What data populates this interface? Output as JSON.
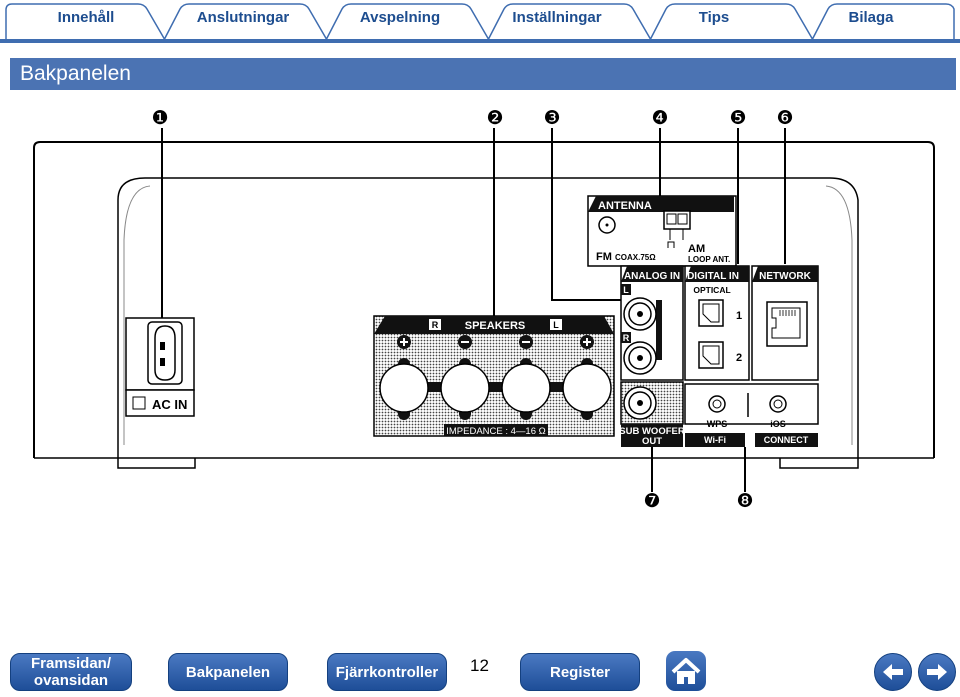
{
  "tabs": [
    {
      "label": "Innehåll"
    },
    {
      "label": "Anslutningar"
    },
    {
      "label": "Avspelning"
    },
    {
      "label": "Inställningar"
    },
    {
      "label": "Tips"
    },
    {
      "label": "Bilaga"
    }
  ],
  "section_title": "Bakpanelen",
  "callouts": [
    "❶",
    "❷",
    "❸",
    "❹",
    "❺",
    "❻",
    "❼",
    "❽"
  ],
  "panel": {
    "antenna": "ANTENNA",
    "fm": "FM",
    "coax": "COAX.75Ω",
    "am": "AM",
    "loop_ant": "LOOP ANT.",
    "analog_in": "ANALOG IN",
    "l": "L",
    "r": "R",
    "digital_in": "DIGITAL IN",
    "optical": "OPTICAL",
    "opt1": "1",
    "opt2": "2",
    "network": "NETWORK",
    "speakers": "SPEAKERS",
    "spk_r": "R",
    "spk_l": "L",
    "impedance": "IMPEDANCE : 4—16 Ω",
    "ac_in": "AC IN",
    "sub_woofer": "SUB WOOFER",
    "out": "OUT",
    "wps": "WPS",
    "ios": "iOS",
    "wifi": "Wi-Fi",
    "connect": "CONNECT"
  },
  "footer": {
    "home_top": "Framsidan/",
    "home_bottom": "ovansidan",
    "rear_panel": "Bakpanelen",
    "remote": "Fjärrkontroller",
    "page_number": "12",
    "index": "Register"
  }
}
